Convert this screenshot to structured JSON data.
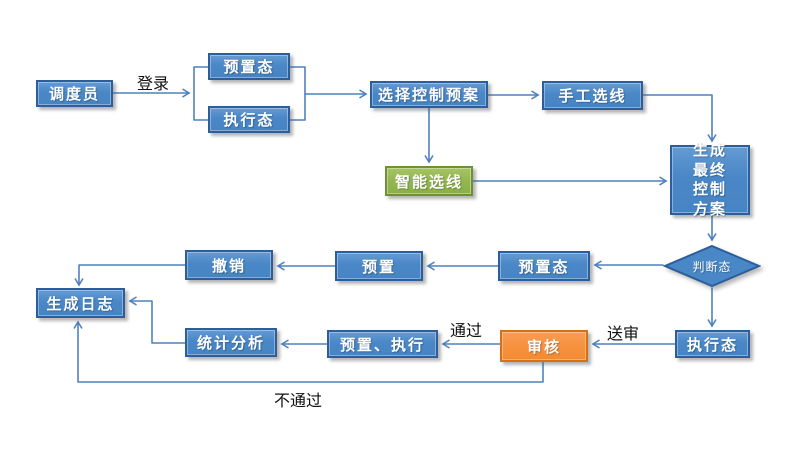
{
  "nodes": {
    "dispatcher": {
      "label": "调度员"
    },
    "preset_state_top": {
      "label": "预置态"
    },
    "exec_state_top": {
      "label": "执行态"
    },
    "select_plan": {
      "label": "选择控制预案"
    },
    "manual_select": {
      "label": "手工选线"
    },
    "smart_select": {
      "label": "智能选线"
    },
    "final_plan": {
      "label": "生成最终控制方案"
    },
    "judge_state": {
      "label": "判断态"
    },
    "preset_state_2": {
      "label": "预置态"
    },
    "preset": {
      "label": "预置"
    },
    "undo": {
      "label": "撤销"
    },
    "gen_log": {
      "label": "生成日志"
    },
    "exec_state_2": {
      "label": "执行态"
    },
    "review": {
      "label": "审核"
    },
    "preset_exec": {
      "label": "预置、执行"
    },
    "stat_analysis": {
      "label": "统计分析"
    }
  },
  "edge_labels": {
    "login": "登录",
    "submit_review": "送审",
    "pass": "通过",
    "fail": "不通过"
  },
  "palette": {
    "node_blue": "#4a87c6",
    "node_blue_border": "#2d5d9b",
    "node_green": "#93b750",
    "node_green_border": "#6e9135",
    "node_orange": "#f79240",
    "node_orange_border": "#d96f12",
    "connector": "#4f81bd",
    "node_text": "#ffffff",
    "label_text": "#111111",
    "background": "#ffffff"
  }
}
